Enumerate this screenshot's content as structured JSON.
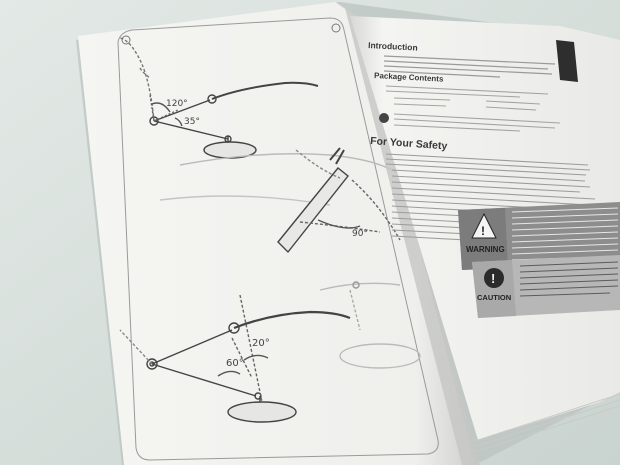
{
  "left_page": {
    "diagram_top": {
      "angle_a": "120°",
      "angle_b": "35°"
    },
    "diagram_middle": {
      "angle": "90°"
    },
    "diagram_bottom": {
      "angle_a": "20°",
      "angle_b": "60°"
    }
  },
  "right_page": {
    "heading_intro": "Introduction",
    "heading_package": "Package Contents",
    "heading_safety": "For Your Safety",
    "warning_label": "WARNING",
    "caution_label": "CAUTION"
  },
  "colors": {
    "table_bg": "#d7dfdc",
    "paper": "#f7f7f4",
    "line_art": "#4a4a4a",
    "warning_box": "#8d8d8d",
    "caution_box": "#b7b7b7"
  }
}
